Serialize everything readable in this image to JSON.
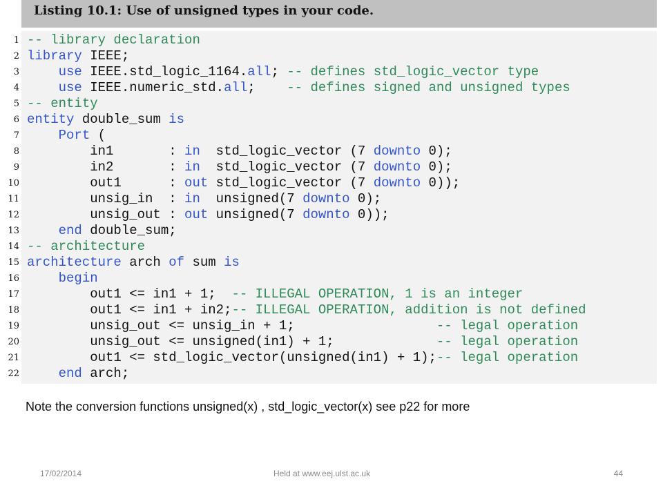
{
  "listing": {
    "title": "Listing 10.1: Use of unsigned types in your code."
  },
  "code": {
    "line_numbers": [
      "1",
      "2",
      "3",
      "4",
      "5",
      "6",
      "7",
      "8",
      "9",
      "10",
      "11",
      "12",
      "13",
      "14",
      "15",
      "16",
      "17",
      "18",
      "19",
      "20",
      "21",
      "22"
    ],
    "lines": [
      [
        {
          "t": "-- library declaration",
          "c": "comment"
        }
      ],
      [
        {
          "t": "library",
          "c": "keyword"
        },
        {
          "t": " IEEE;",
          "c": "plain"
        }
      ],
      [
        {
          "t": "    ",
          "c": "plain"
        },
        {
          "t": "use",
          "c": "keyword"
        },
        {
          "t": " IEEE.std_logic_1164.",
          "c": "plain"
        },
        {
          "t": "all",
          "c": "keyword"
        },
        {
          "t": "; ",
          "c": "plain"
        },
        {
          "t": "-- defines std_logic_vector type",
          "c": "comment"
        }
      ],
      [
        {
          "t": "    ",
          "c": "plain"
        },
        {
          "t": "use",
          "c": "keyword"
        },
        {
          "t": " IEEE.numeric_std.",
          "c": "plain"
        },
        {
          "t": "all",
          "c": "keyword"
        },
        {
          "t": ";    ",
          "c": "plain"
        },
        {
          "t": "-- defines signed and unsigned types",
          "c": "comment"
        }
      ],
      [
        {
          "t": "-- entity",
          "c": "comment"
        }
      ],
      [
        {
          "t": "entity",
          "c": "keyword"
        },
        {
          "t": " double_sum ",
          "c": "plain"
        },
        {
          "t": "is",
          "c": "keyword"
        }
      ],
      [
        {
          "t": "    ",
          "c": "plain"
        },
        {
          "t": "Port",
          "c": "keyword"
        },
        {
          "t": " (",
          "c": "plain"
        }
      ],
      [
        {
          "t": "        in1       : ",
          "c": "plain"
        },
        {
          "t": "in",
          "c": "keyword"
        },
        {
          "t": "  std_logic_vector (7 ",
          "c": "plain"
        },
        {
          "t": "downto",
          "c": "keyword"
        },
        {
          "t": " 0);",
          "c": "plain"
        }
      ],
      [
        {
          "t": "        in2       : ",
          "c": "plain"
        },
        {
          "t": "in",
          "c": "keyword"
        },
        {
          "t": "  std_logic_vector (7 ",
          "c": "plain"
        },
        {
          "t": "downto",
          "c": "keyword"
        },
        {
          "t": " 0);",
          "c": "plain"
        }
      ],
      [
        {
          "t": "        out1      : ",
          "c": "plain"
        },
        {
          "t": "out",
          "c": "keyword"
        },
        {
          "t": " std_logic_vector (7 ",
          "c": "plain"
        },
        {
          "t": "downto",
          "c": "keyword"
        },
        {
          "t": " 0));",
          "c": "plain"
        }
      ],
      [
        {
          "t": "        unsig_in  : ",
          "c": "plain"
        },
        {
          "t": "in",
          "c": "keyword"
        },
        {
          "t": "  unsigned(7 ",
          "c": "plain"
        },
        {
          "t": "downto",
          "c": "keyword"
        },
        {
          "t": " 0);",
          "c": "plain"
        }
      ],
      [
        {
          "t": "        unsig_out : ",
          "c": "plain"
        },
        {
          "t": "out",
          "c": "keyword"
        },
        {
          "t": " unsigned(7 ",
          "c": "plain"
        },
        {
          "t": "downto",
          "c": "keyword"
        },
        {
          "t": " 0));",
          "c": "plain"
        }
      ],
      [
        {
          "t": "    ",
          "c": "plain"
        },
        {
          "t": "end",
          "c": "keyword"
        },
        {
          "t": " double_sum;",
          "c": "plain"
        }
      ],
      [
        {
          "t": "-- architecture",
          "c": "comment"
        }
      ],
      [
        {
          "t": "architecture",
          "c": "keyword"
        },
        {
          "t": " arch ",
          "c": "plain"
        },
        {
          "t": "of",
          "c": "keyword"
        },
        {
          "t": " sum ",
          "c": "plain"
        },
        {
          "t": "is",
          "c": "keyword"
        }
      ],
      [
        {
          "t": "    ",
          "c": "plain"
        },
        {
          "t": "begin",
          "c": "keyword"
        }
      ],
      [
        {
          "t": "        out1 <= in1 + 1;  ",
          "c": "plain"
        },
        {
          "t": "-- ILLEGAL OPERATION, 1 is an integer",
          "c": "comment"
        }
      ],
      [
        {
          "t": "        out1 <= in1 + in2;",
          "c": "plain"
        },
        {
          "t": "-- ILLEGAL OPERATION, addition is not defined",
          "c": "comment"
        }
      ],
      [
        {
          "t": "        unsig_out <= unsig_in + 1;                  ",
          "c": "plain"
        },
        {
          "t": "-- legal operation",
          "c": "comment"
        }
      ],
      [
        {
          "t": "        unsig_out <= unsigned(in1) + 1;             ",
          "c": "plain"
        },
        {
          "t": "-- legal operation",
          "c": "comment"
        }
      ],
      [
        {
          "t": "        out1 <= std_logic_vector(unsigned(in1) + 1);",
          "c": "plain"
        },
        {
          "t": "-- legal operation",
          "c": "comment"
        }
      ],
      [
        {
          "t": "    ",
          "c": "plain"
        },
        {
          "t": "end",
          "c": "keyword"
        },
        {
          "t": " arch;",
          "c": "plain"
        }
      ]
    ]
  },
  "note": {
    "text": "Note the conversion functions unsigned(x) , std_logic_vector(x) see p22 for more"
  },
  "footer": {
    "date": "17/02/2014",
    "center": "Held at www.eej.ulst.ac.uk",
    "page": "44"
  },
  "colors": {
    "header_bg": "#c0c0c0",
    "code_bg": "#f2f2f2",
    "comment": "#2e8b57",
    "keyword": "#3355cc"
  }
}
